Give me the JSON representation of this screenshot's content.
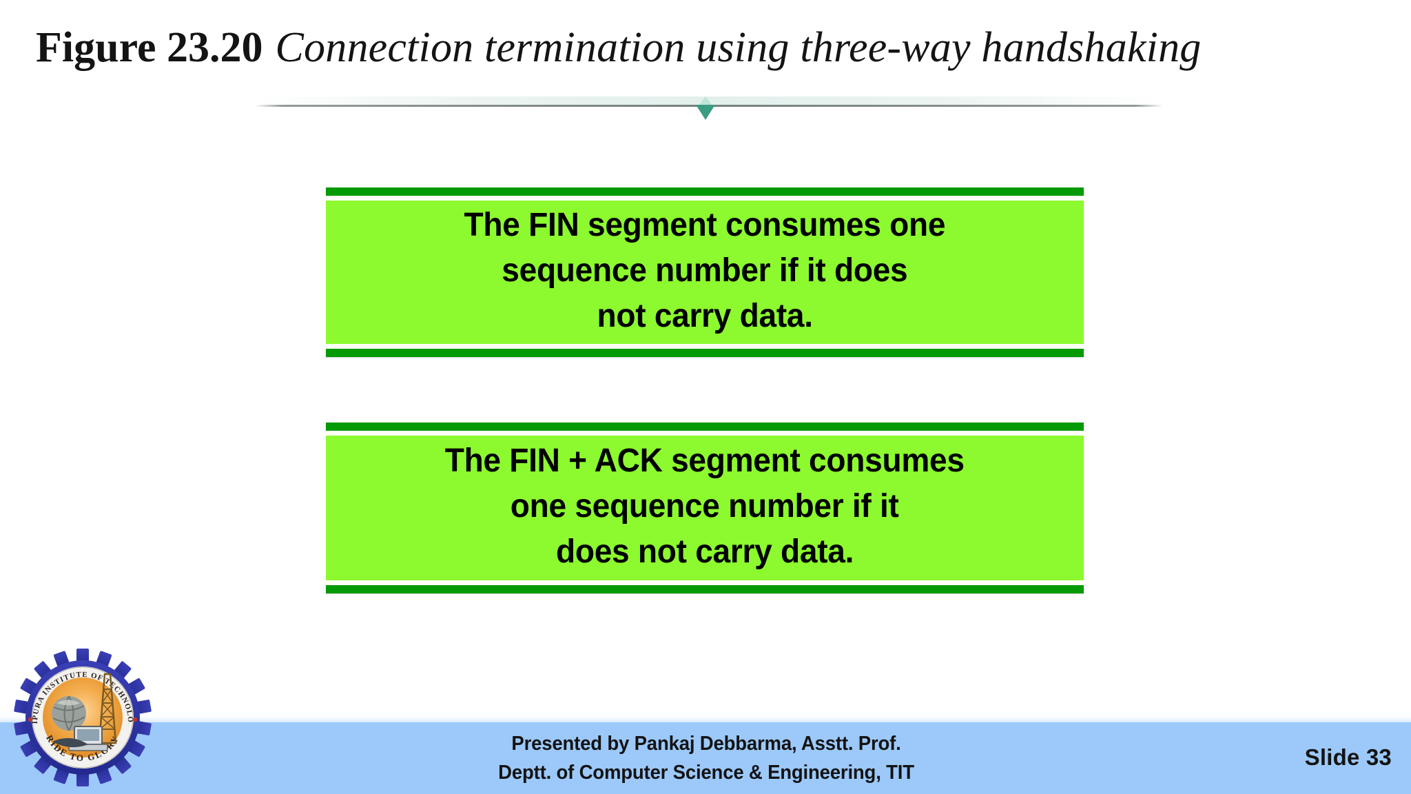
{
  "slide": {
    "background_color": "#ffffff",
    "title": {
      "figure_label": "Figure 23.20",
      "caption": "Connection termination using three-way handshaking"
    },
    "divider": {
      "icon": "down-triangle-marker",
      "line_color": "#767e7e",
      "arrow_color": "#3b9b83"
    },
    "callouts": [
      {
        "id": "callout-1",
        "bar_color": "#049a04",
        "fill_color": "#8cfa2e",
        "text_color": "#000000",
        "lines": [
          "The FIN segment consumes one",
          "sequence number if it does",
          "not carry data."
        ]
      },
      {
        "id": "callout-2",
        "bar_color": "#049a04",
        "fill_color": "#8cfa2e",
        "text_color": "#000000",
        "lines": [
          "The FIN + ACK segment consumes",
          "one sequence number if it",
          "does not carry data."
        ]
      }
    ],
    "footer": {
      "band_color": "#9cc9fa",
      "line1": "Presented by Pankaj Debbarma, Asstt. Prof.",
      "line2": "Deptt. of Computer Science & Engineering, TIT",
      "slide_number": "Slide 33"
    },
    "logo": {
      "name": "tripura-institute-of-technology-logo",
      "top_text": "TRIPURA INSTITUTE OF TECHNOLOGY",
      "bottom_text": "RIDE TO GLORY",
      "gear_color": "#2b2f9e",
      "disc_color": "#f0a03c"
    }
  }
}
